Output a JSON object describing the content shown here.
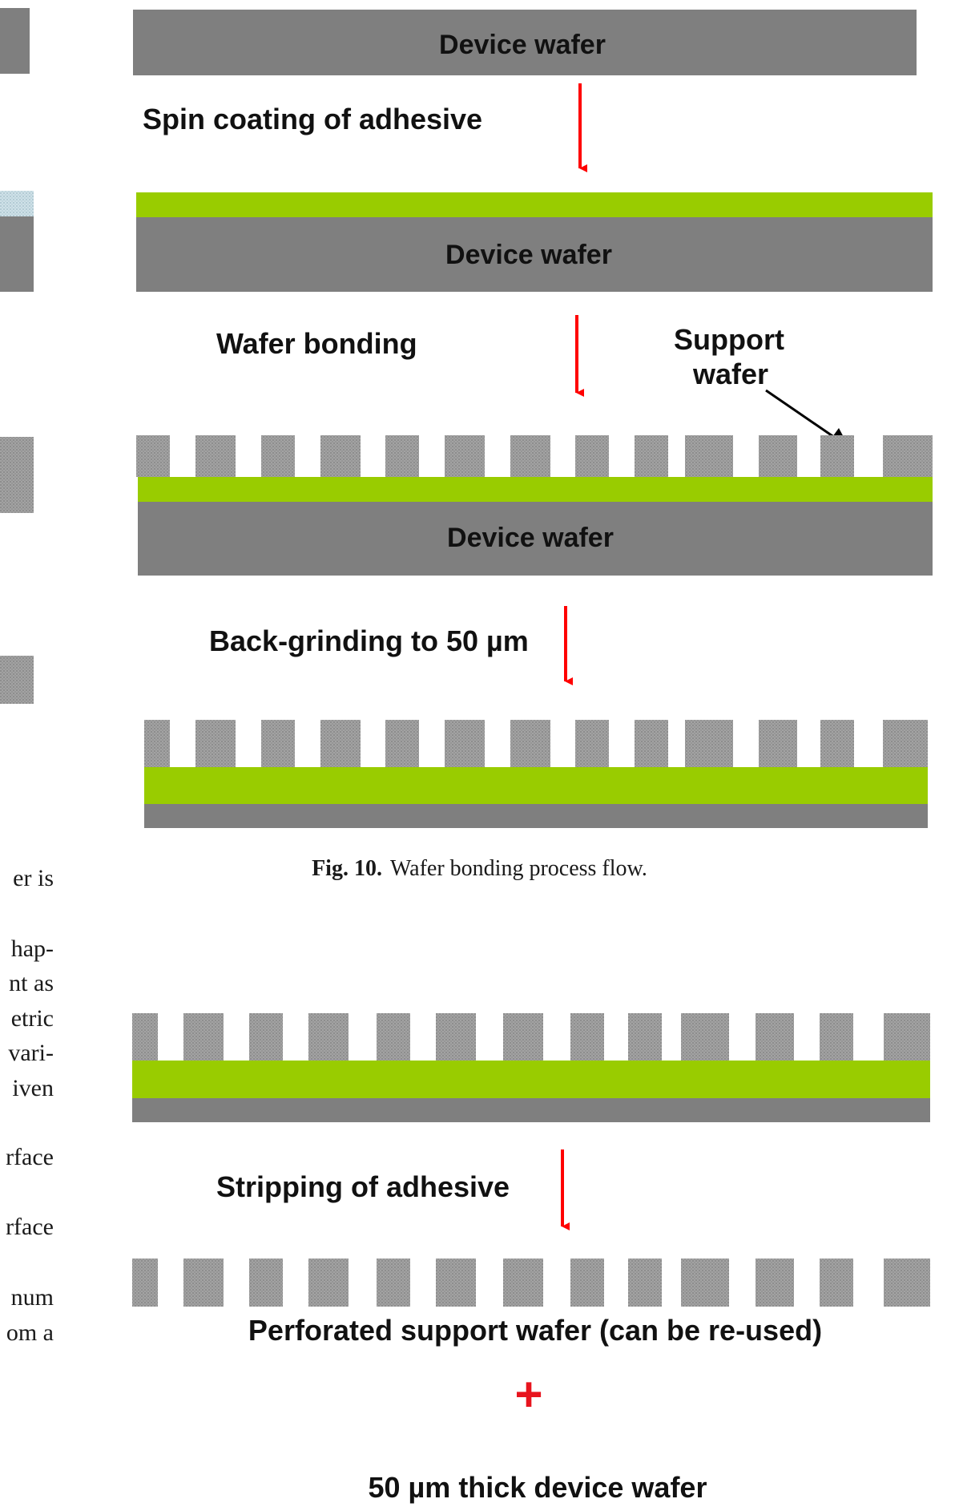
{
  "colors": {
    "wafer": "#7f7f7f",
    "adhesive": "#99cc00",
    "support": "#9a9a9a",
    "arrow": "#ff0000",
    "plus": "#e8141e",
    "text": "#111111"
  },
  "steps": {
    "step1": {
      "wafer_label": "Device wafer"
    },
    "arrow1": {
      "label": "Spin coating of adhesive"
    },
    "step2": {
      "wafer_label": "Device wafer"
    },
    "arrow2": {
      "label": "Wafer bonding"
    },
    "support_callout": {
      "line1": "Support",
      "line2": "wafer"
    },
    "step3": {
      "wafer_label": "Device wafer"
    },
    "arrow3": {
      "label": "Back-grinding to 50 µm"
    },
    "arrow4": {
      "label": "Stripping of adhesive"
    },
    "result_support": {
      "label": "Perforated support wafer (can be re-used)"
    },
    "plus_sign": "+",
    "result_device": {
      "label": "50 µm thick device wafer"
    }
  },
  "caption": {
    "fig_number": "Fig. 10.",
    "text": "Wafer bonding process flow."
  },
  "left_column_fragments": [
    "er is",
    "hap-",
    "nt as",
    "etric",
    "vari-",
    "iven",
    "rface",
    "rface",
    "num",
    "om a"
  ]
}
